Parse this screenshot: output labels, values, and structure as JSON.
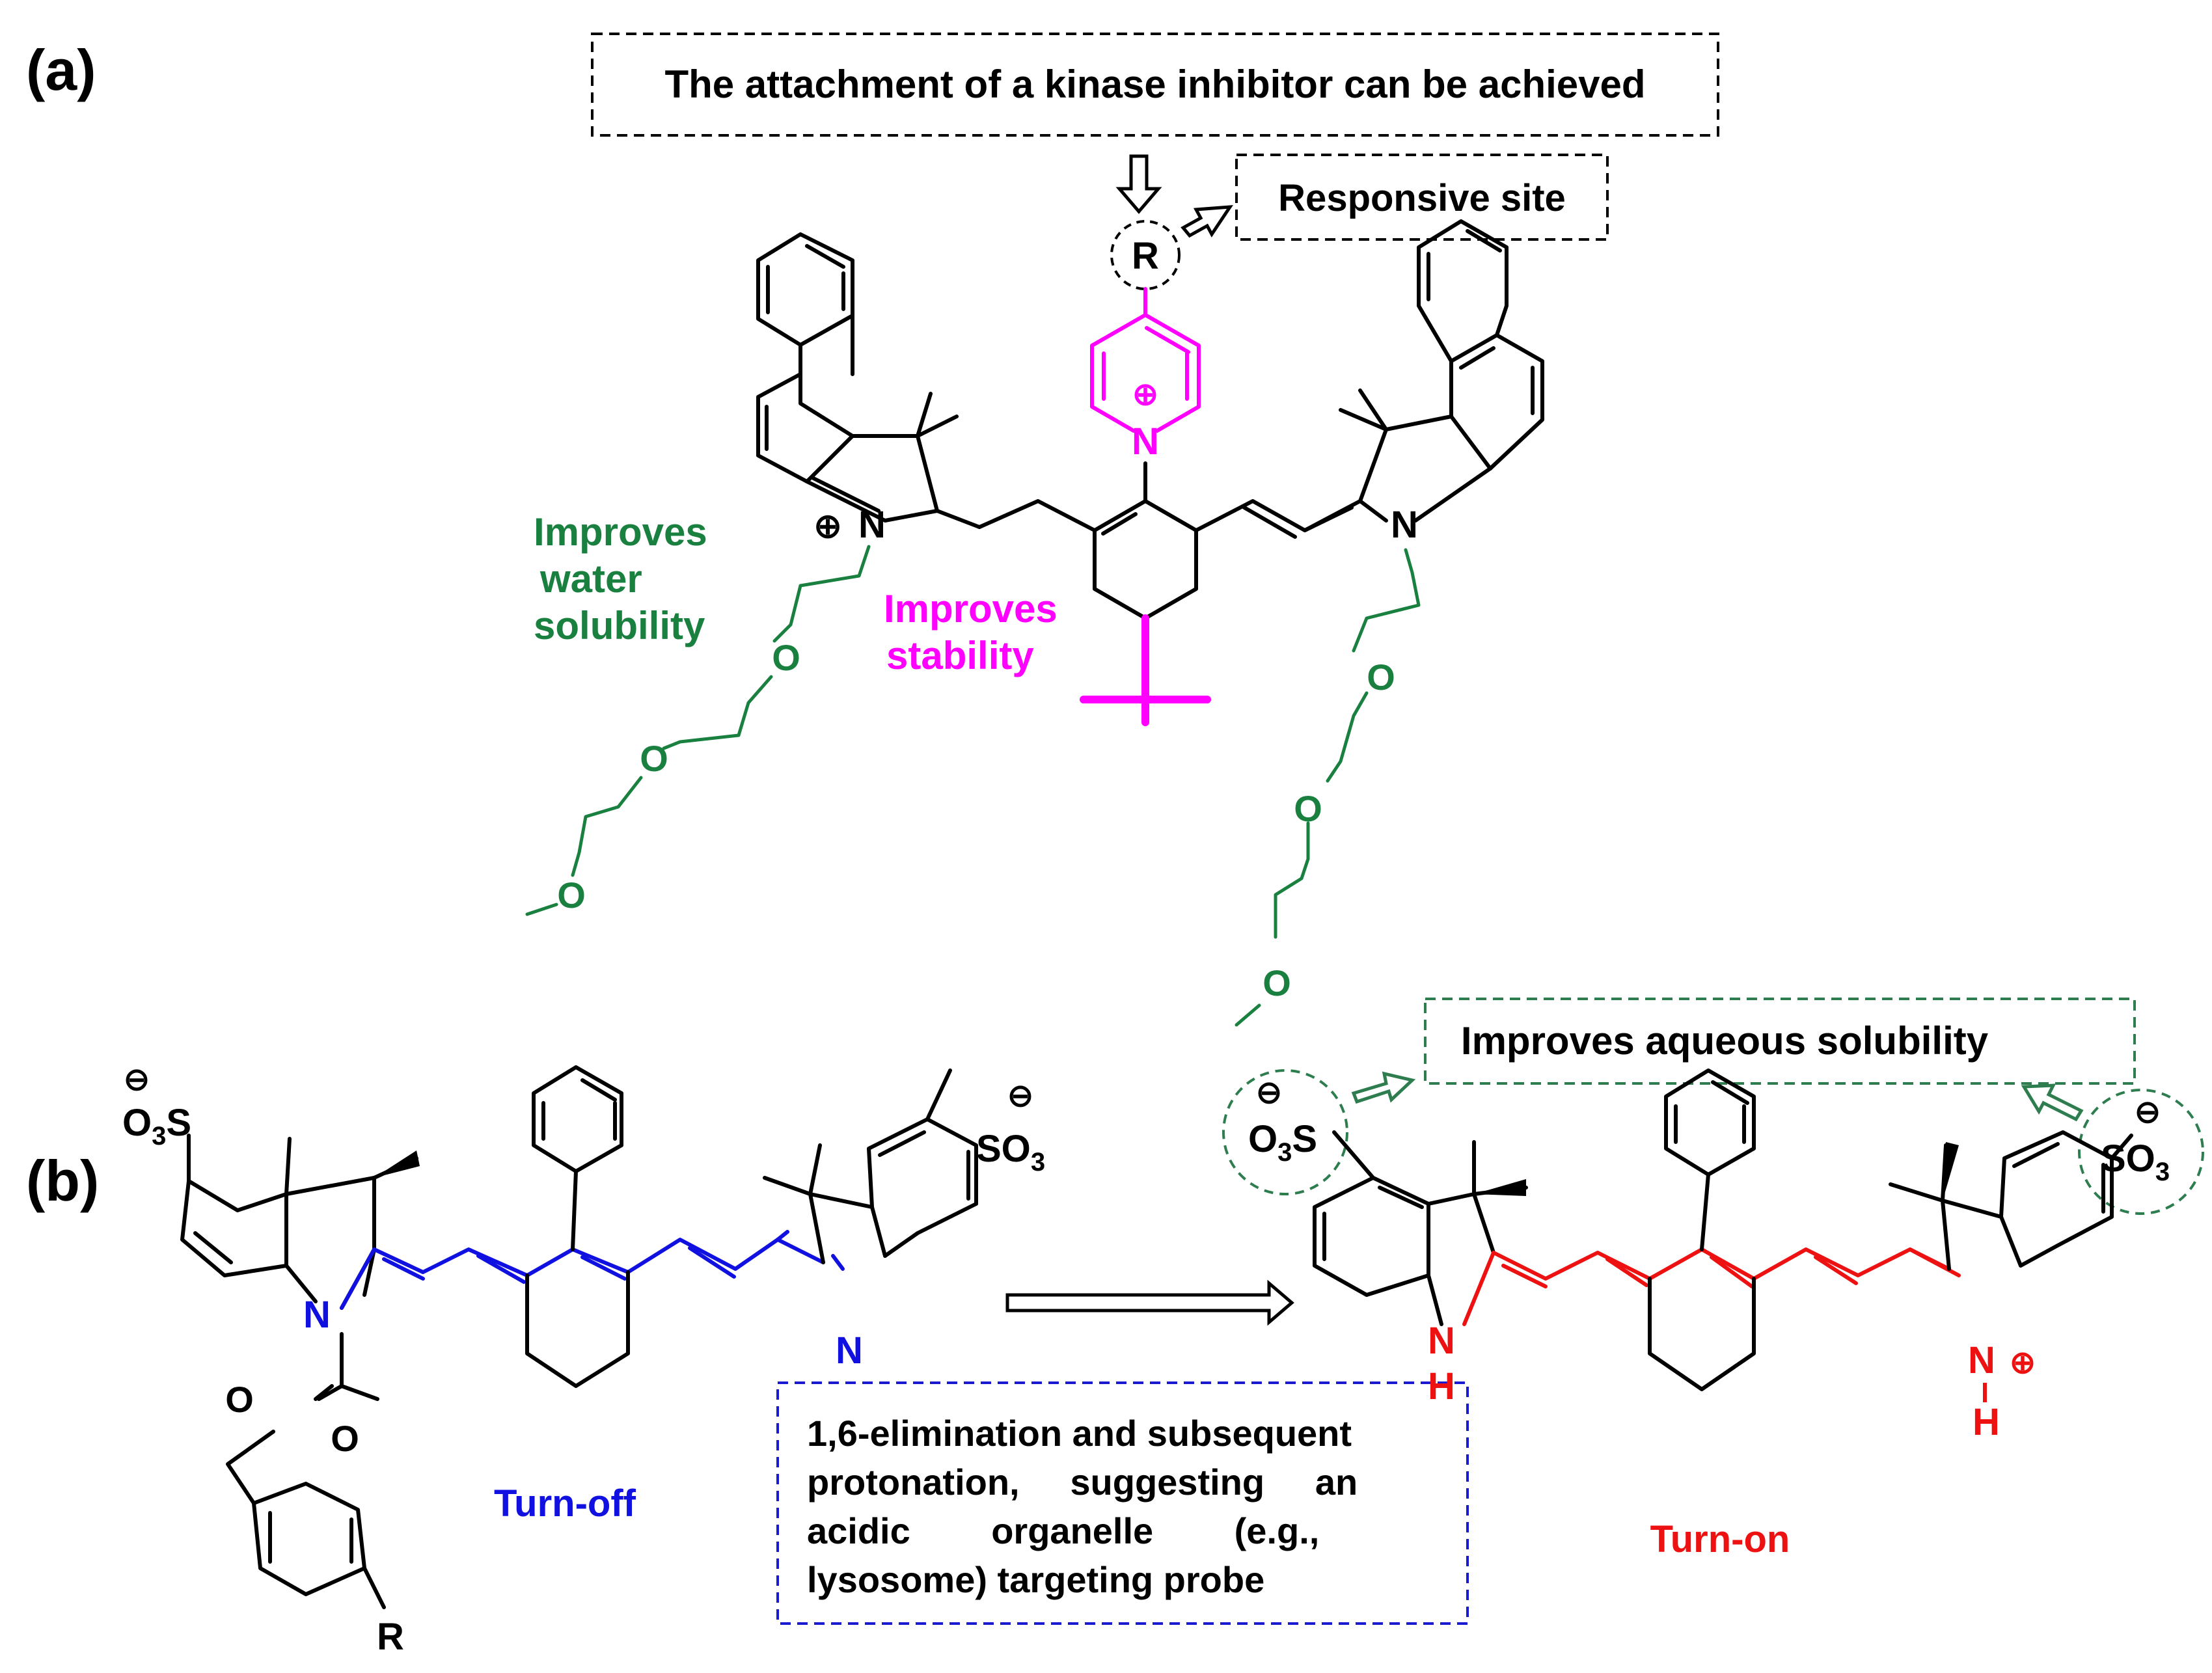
{
  "panels": {
    "a": {
      "label": "(a)"
    },
    "b": {
      "label": "(b)"
    }
  },
  "colors": {
    "black": "#000000",
    "green": "#1a8040",
    "magenta": "#ff00ff",
    "blue": "#1010e0",
    "red": "#ee1111",
    "green_dashed": "#2e7d4f",
    "blue_dashed": "#1a1ad0"
  },
  "callouts": {
    "kinase": "The attachment of a kinase inhibitor can be achieved",
    "responsive_site": "Responsive site",
    "aqueous_solubility": "Improves aqueous solubility",
    "mechanism_lines": [
      "1,6-elimination and subsequent",
      "protonation,     suggesting     an",
      "acidic        organelle        (e.g.,",
      "lysosome) targeting probe"
    ]
  },
  "annotations": {
    "water_solubility": [
      "Improves",
      "water",
      "solubility"
    ],
    "stability": [
      "Improves",
      "stability"
    ],
    "turn_off": "Turn-off",
    "turn_on": "Turn-on"
  },
  "atoms": {
    "R": "R",
    "N": "N",
    "O": "O",
    "H": "H",
    "plus": "⊕",
    "minus": "⊖",
    "so3_left": "O",
    "so3_left_sub": "3",
    "so3_left_tail": "S",
    "so3_right_head": "SO",
    "so3_right_sub": "3"
  }
}
